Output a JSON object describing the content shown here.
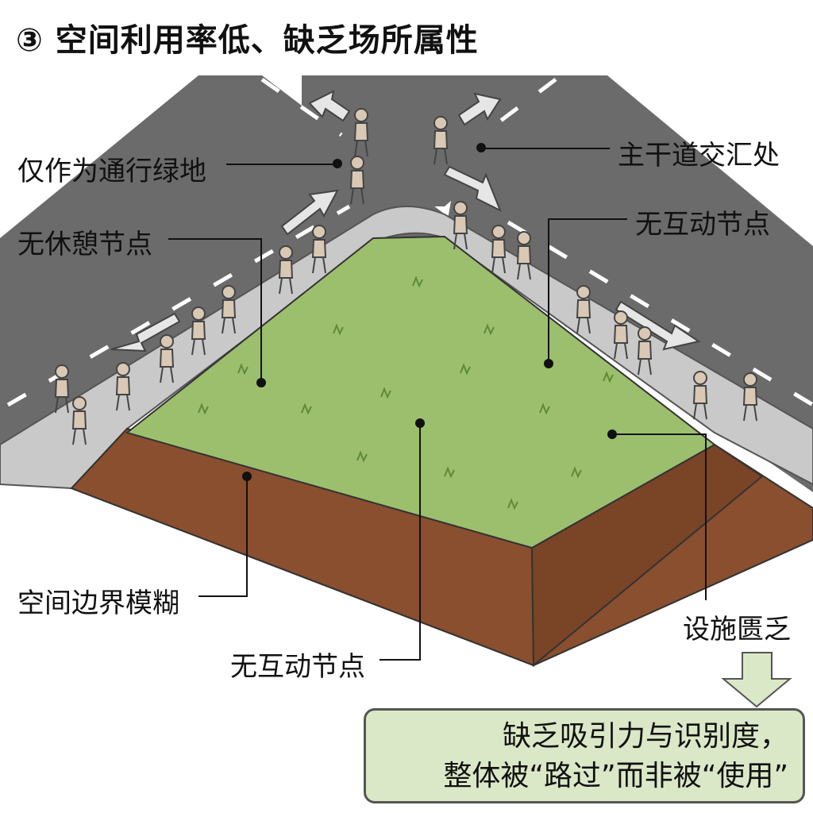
{
  "title": "③ 空间利用率低、缺乏场所属性",
  "labels": {
    "only_passage": "仅作为通行绿地",
    "main_road_junction": "主干道交汇处",
    "no_rest_node": "无休憩节点",
    "no_interaction_right": "无互动节点",
    "blurred_boundary": "空间边界模糊",
    "lack_facilities": "设施匮乏",
    "no_interaction_bottom": "无互动节点"
  },
  "conclusion": {
    "line1": "缺乏吸引力与识别度，",
    "line2": "整体被“路过”而非被“使用”"
  },
  "colors": {
    "road": "#6b6b6b",
    "sidewalk": "#c9c9c9",
    "grass": "#9cbf6e",
    "soil": "#8a4f2e",
    "callout_bg": "#dbe8c7",
    "arrow": "#e6e6e6"
  }
}
